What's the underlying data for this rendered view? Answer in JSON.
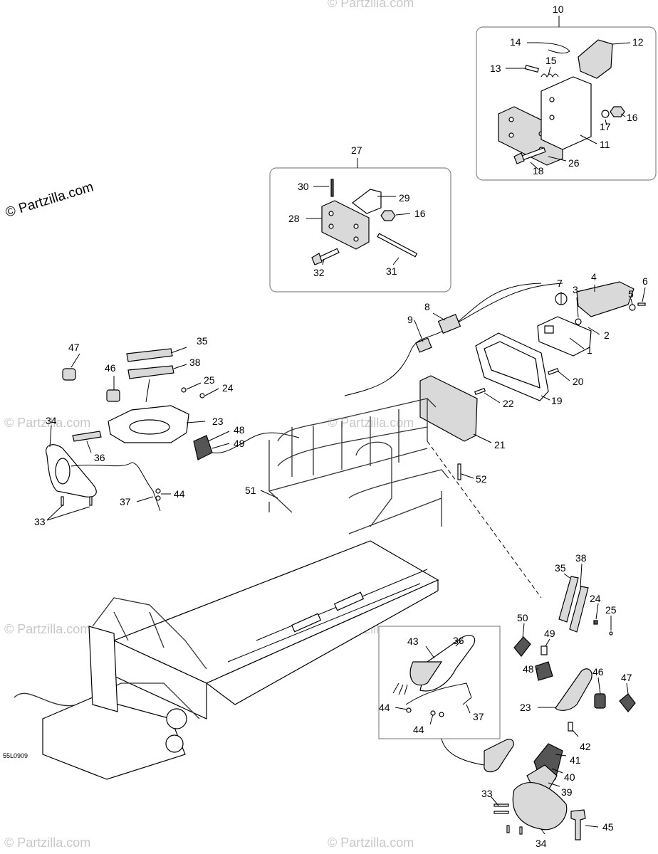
{
  "copyright": "© Partzilla.com",
  "watermark": "© Partzilla.com",
  "figure_code": "55L0909",
  "callouts": {
    "c1": "1",
    "c2": "2",
    "c3": "3",
    "c4": "4",
    "c5": "5",
    "c6": "6",
    "c7": "7",
    "c8": "8",
    "c9": "9",
    "c10": "10",
    "c11": "11",
    "c12": "12",
    "c13": "13",
    "c14": "14",
    "c15": "15",
    "c16a": "16",
    "c16b": "16",
    "c17": "17",
    "c18": "18",
    "c19": "19",
    "c20": "20",
    "c21": "21",
    "c22": "22",
    "c23a": "23",
    "c23b": "23",
    "c24a": "24",
    "c24b": "24",
    "c25a": "25",
    "c25b": "25",
    "c26": "26",
    "c27": "27",
    "c28": "28",
    "c29": "29",
    "c30": "30",
    "c31": "31",
    "c32": "32",
    "c33a": "33",
    "c33b": "33",
    "c34a": "34",
    "c34b": "34",
    "c35a": "35",
    "c35b": "35",
    "c36a": "36",
    "c36b": "36",
    "c37a": "37",
    "c37b": "37",
    "c38a": "38",
    "c38b": "38",
    "c39": "39",
    "c40": "40",
    "c41": "41",
    "c42": "42",
    "c43": "43",
    "c44a": "44",
    "c44b": "44",
    "c44c": "44",
    "c45": "45",
    "c46a": "46",
    "c46b": "46",
    "c47a": "47",
    "c47b": "47",
    "c48a": "48",
    "c48b": "48",
    "c49a": "49",
    "c49b": "49",
    "c50": "50",
    "c51": "51",
    "c52": "52"
  }
}
